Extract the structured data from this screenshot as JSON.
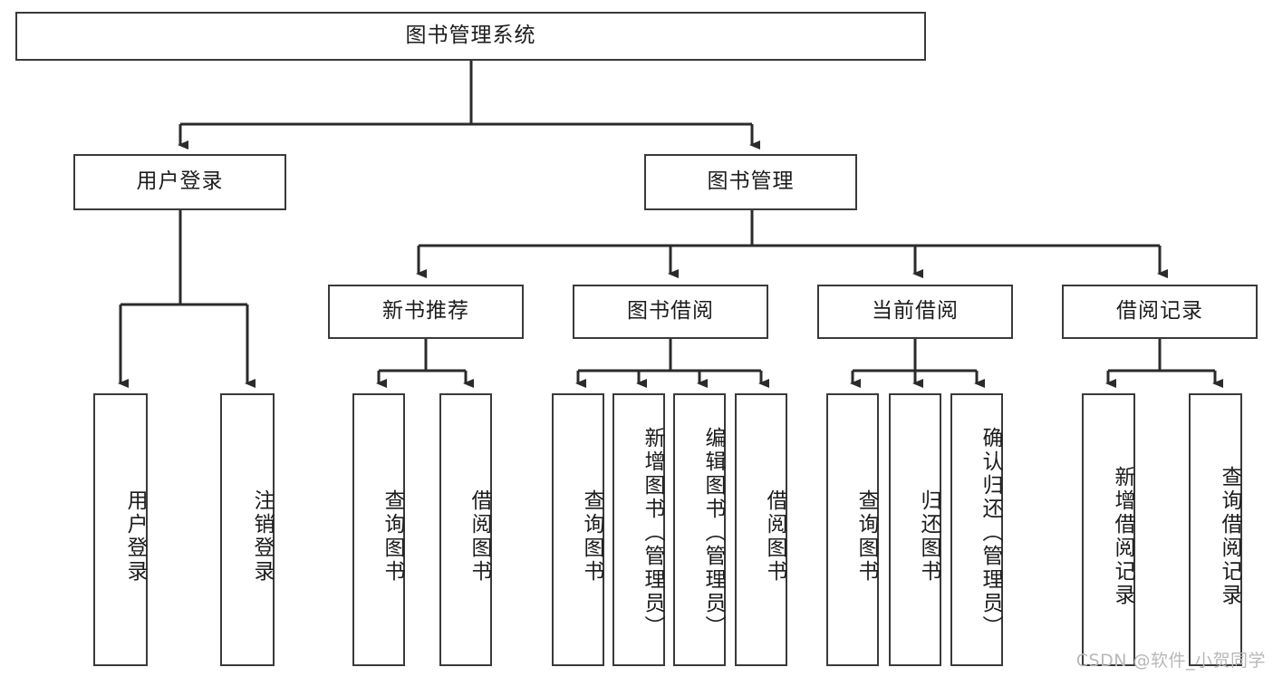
{
  "diagram": {
    "title": "图书管理系统",
    "type": "hierarchy-tree",
    "watermark": "CSDN @软件_小贺同学",
    "colors": {
      "box_border": "#3a3a3a",
      "box_fill": "#ffffff",
      "connector": "#2b2b2b",
      "text": "#1c1c1c",
      "watermark": "#b8b8b8",
      "background": "#ffffff"
    },
    "levels": {
      "root": {
        "label": "图书管理系统"
      },
      "level2": [
        {
          "label": "用户登录"
        },
        {
          "label": "图书管理"
        }
      ],
      "level3": [
        {
          "label": "新书推荐"
        },
        {
          "label": "图书借阅"
        },
        {
          "label": "当前借阅"
        },
        {
          "label": "借阅记录"
        }
      ],
      "leaves": {
        "user_login": [
          {
            "label": "用户登录"
          },
          {
            "label": "注销登录"
          }
        ],
        "new_book_recommend": [
          {
            "label": "查询图书"
          },
          {
            "label": "借阅图书"
          }
        ],
        "book_borrow": [
          {
            "label": "查询图书"
          },
          {
            "label": "新增图书（管理员）"
          },
          {
            "label": "编辑图书（管理员）"
          },
          {
            "label": "借阅图书"
          }
        ],
        "current_borrow": [
          {
            "label": "查询图书"
          },
          {
            "label": "归还图书"
          },
          {
            "label": "确认归还（管理员）"
          }
        ],
        "borrow_record": [
          {
            "label": "新增借阅记录"
          },
          {
            "label": "查询借阅记录"
          }
        ]
      }
    }
  }
}
